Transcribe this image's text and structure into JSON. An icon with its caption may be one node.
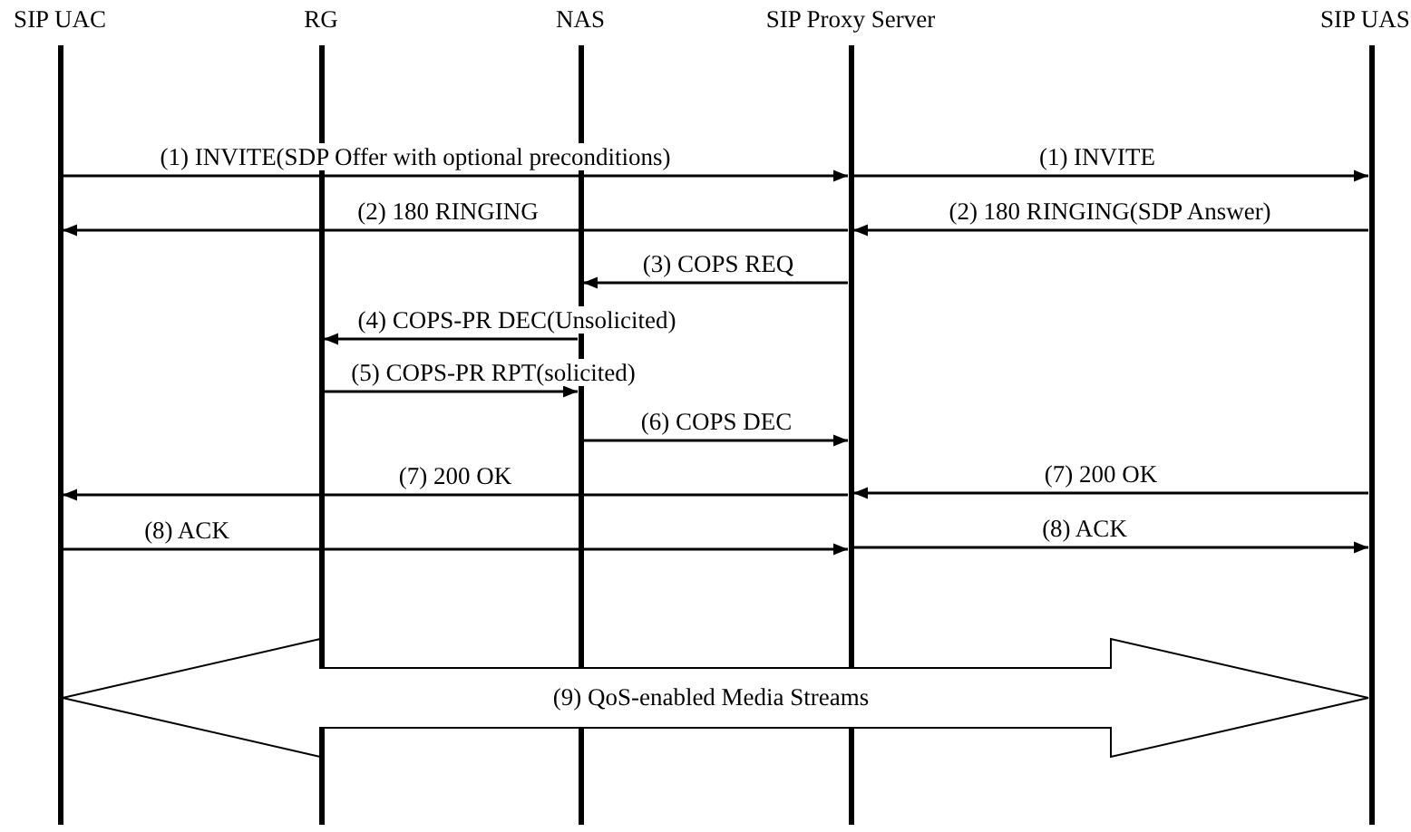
{
  "diagram": {
    "nodes": [
      {
        "text": [
          "SIP UAC"
        ]
      },
      {
        "text": [
          "RG"
        ]
      },
      {
        "text": [
          "NAS"
        ]
      },
      {
        "text": [
          "SIP Proxy Server"
        ]
      },
      {
        "text": [
          "SIP UAS"
        ]
      }
    ],
    "edges": [
      {
        "from": 0,
        "to": 3,
        "arrow": "to",
        "label": "(1) INVITE(SDP Offer with optional preconditions)"
      },
      {
        "from": 3,
        "to": 4,
        "arrow": "to",
        "label": "(1) INVITE"
      },
      {
        "from": 3,
        "to": 0,
        "arrow": "to",
        "label": "(2) 180 RINGING"
      },
      {
        "from": 4,
        "to": 3,
        "arrow": "to",
        "label": "(2) 180 RINGING(SDP Answer)"
      },
      {
        "from": 3,
        "to": 2,
        "arrow": "to",
        "label": "(3) COPS REQ"
      },
      {
        "from": 2,
        "to": 1,
        "arrow": "to",
        "label": "(4) COPS-PR DEC(Unsolicited)"
      },
      {
        "from": 1,
        "to": 2,
        "arrow": "to",
        "label": "(5) COPS-PR RPT(solicited)"
      },
      {
        "from": 2,
        "to": 3,
        "arrow": "to",
        "label": "(6) COPS DEC"
      },
      {
        "from": 3,
        "to": 0,
        "arrow": "to",
        "label": "(7) 200 OK"
      },
      {
        "from": 4,
        "to": 3,
        "arrow": "to",
        "label": "(7) 200 OK"
      },
      {
        "from": 0,
        "to": 3,
        "arrow": "to",
        "label": "(8) ACK"
      },
      {
        "from": 3,
        "to": 4,
        "arrow": "to",
        "label": "(8) ACK"
      },
      {
        "from": 0,
        "to": 4,
        "arrow": "both",
        "label": "(9) QoS-enabled Media Streams",
        "style": "thick"
      }
    ]
  }
}
